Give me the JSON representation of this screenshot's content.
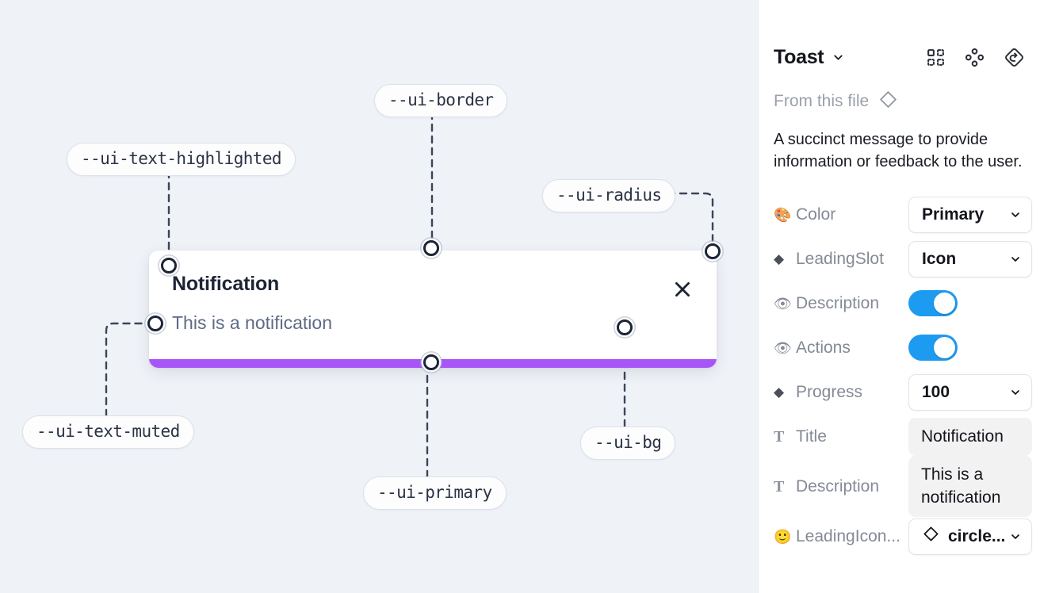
{
  "canvas": {
    "toast": {
      "title": "Notification",
      "description": "This is a notification",
      "close_icon": "close-icon",
      "progress_color": "#a855f7",
      "background": "#ffffff"
    },
    "annotations": [
      {
        "id": "ui-text-highlighted",
        "label": "--ui-text-highlighted"
      },
      {
        "id": "ui-border",
        "label": "--ui-border"
      },
      {
        "id": "ui-radius",
        "label": "--ui-radius"
      },
      {
        "id": "ui-text-muted",
        "label": "--ui-text-muted"
      },
      {
        "id": "ui-primary",
        "label": "--ui-primary"
      },
      {
        "id": "ui-bg",
        "label": "--ui-bg"
      }
    ],
    "background": "#eff2f7"
  },
  "panel": {
    "title": "Toast",
    "from_this_file": "From this file",
    "description": "A succinct message to provide information or feedback to the user.",
    "head_icons": [
      {
        "name": "component-grid-icon"
      },
      {
        "name": "variants-icon"
      },
      {
        "name": "reset-variant-icon"
      }
    ],
    "properties": [
      {
        "icon": "palette-emoji",
        "icon_glyph": "🎨",
        "icon_kind": "emoji",
        "label": "Color",
        "control": "select",
        "value": "Primary"
      },
      {
        "icon": "diamond-icon",
        "icon_glyph": "◆",
        "icon_kind": "diamond",
        "label": "LeadingSlot",
        "control": "select",
        "value": "Icon"
      },
      {
        "icon": "eye-emoji",
        "icon_glyph": "👁",
        "icon_kind": "emoji",
        "label": "Description",
        "control": "toggle",
        "value": "on"
      },
      {
        "icon": "eye-emoji",
        "icon_glyph": "👁",
        "icon_kind": "emoji",
        "label": "Actions",
        "control": "toggle",
        "value": "on"
      },
      {
        "icon": "diamond-icon",
        "icon_glyph": "◆",
        "icon_kind": "diamond",
        "label": "Progress",
        "control": "select",
        "value": "100"
      },
      {
        "icon": "text-icon",
        "icon_glyph": "T",
        "icon_kind": "T",
        "label": "Title",
        "control": "textfield",
        "value": "Notification"
      },
      {
        "icon": "text-icon",
        "icon_glyph": "T",
        "icon_kind": "T",
        "label": "Description",
        "control": "textfield",
        "value": "This is a notification"
      },
      {
        "icon": "smiley-emoji",
        "icon_glyph": "🙂",
        "icon_kind": "emoji",
        "label": "LeadingIcon...",
        "control": "select-icon",
        "value": "circle..."
      }
    ],
    "accent_toggle_color": "#1d9bf0"
  }
}
